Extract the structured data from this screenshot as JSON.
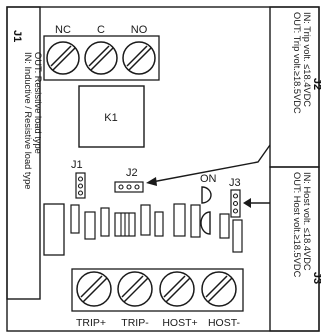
{
  "colors": {
    "ink": "#1a1a1a",
    "background": "#ffffff",
    "terminal_fill": "#2b2b2b"
  },
  "top_terminal_labels": [
    "NC",
    "C",
    "NO"
  ],
  "bottom_terminal_labels": [
    "TRIP+",
    "TRIP-",
    "HOST+",
    "HOST-"
  ],
  "relay_label": "K1",
  "jumper_j1_label": "J1",
  "jumper_j2_label": "J2",
  "jumper_j3_label": "J3",
  "led_label": "ON",
  "left_box": {
    "title": "J1",
    "line1": "IN: Inductive / Resistive load type",
    "line2": "OUT: Resistive load type"
  },
  "right_top_box": {
    "title": "J2",
    "line1": "IN: Trip volt. ≤18.4VDC",
    "line2": "OUT: Trip volt.≥18.5VDC"
  },
  "right_bottom_box": {
    "title": "J3",
    "line1": "IN: Host volt. ≤18.4VDC",
    "line2": "OUT: Host volt.≥18.5VDC"
  }
}
